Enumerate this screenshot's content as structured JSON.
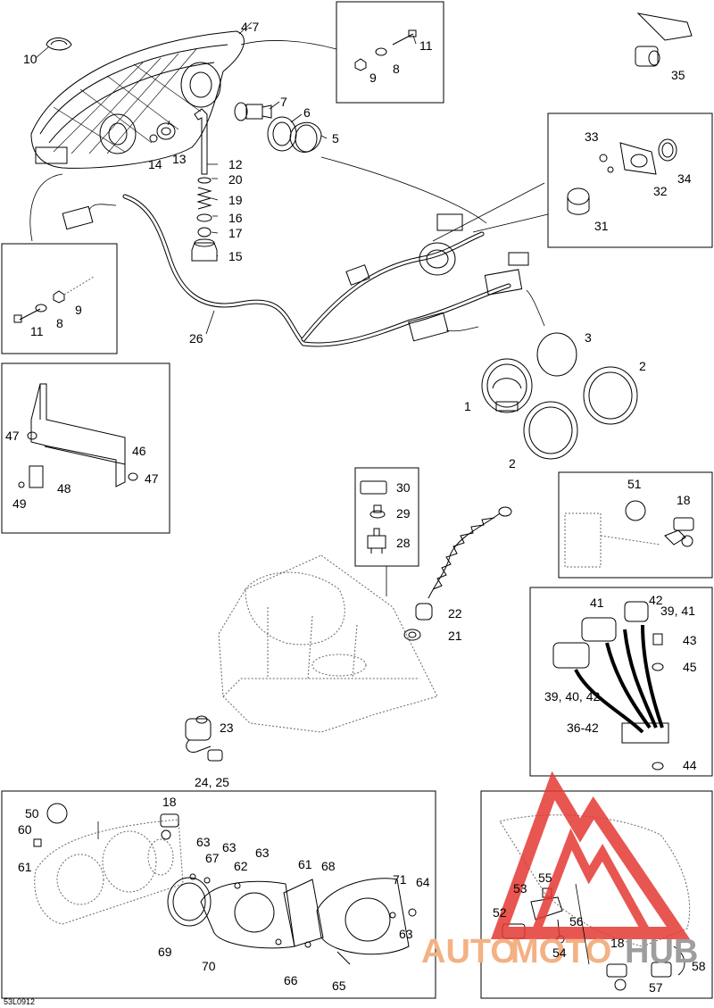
{
  "figure_code": "53L0912",
  "watermark": {
    "text_a": "AUTO",
    "text_b": "MOTO",
    "text_c": "HUB",
    "color_a": "#f4b183",
    "color_b": "#f4b183",
    "color_c": "#9e9e9e",
    "logo_color": "#e53935"
  },
  "callouts": {
    "c1": "1",
    "c2a": "2",
    "c2b": "2",
    "c3": "3",
    "c4_7": "4-7",
    "c5": "5",
    "c6": "6",
    "c7": "7",
    "c8a": "8",
    "c8b": "8",
    "c9a": "9",
    "c9b": "9",
    "c10": "10",
    "c11a": "11",
    "c11b": "11",
    "c12": "12",
    "c13": "13",
    "c14": "14",
    "c15": "15",
    "c16": "16",
    "c17": "17",
    "c18a": "18",
    "c18b": "18",
    "c18c": "18",
    "c19": "19",
    "c20": "20",
    "c21": "21",
    "c22": "22",
    "c23": "23",
    "c24_25": "24, 25",
    "c26": "26",
    "c28": "28",
    "c29": "29",
    "c30": "30",
    "c31": "31",
    "c32": "32",
    "c33": "33",
    "c34": "34",
    "c35": "35",
    "c36_42": "36-42",
    "c39_41": "39, 41",
    "c39_40_42": "39, 40, 42",
    "c41": "41",
    "c42": "42",
    "c43": "43",
    "c44": "44",
    "c45": "45",
    "c46": "46",
    "c47a": "47",
    "c47b": "47",
    "c48": "48",
    "c49": "49",
    "c50": "50",
    "c51": "51",
    "c52": "52",
    "c53": "53",
    "c54": "54",
    "c55": "55",
    "c56": "56",
    "c57": "57",
    "c58": "58",
    "c60": "60",
    "c61a": "61",
    "c61b": "61",
    "c62": "62",
    "c63a": "63",
    "c63b": "63",
    "c63c": "63",
    "c63d": "63",
    "c64": "64",
    "c65": "65",
    "c66": "66",
    "c67": "67",
    "c68": "68",
    "c69": "69",
    "c70": "70",
    "c71": "71"
  }
}
